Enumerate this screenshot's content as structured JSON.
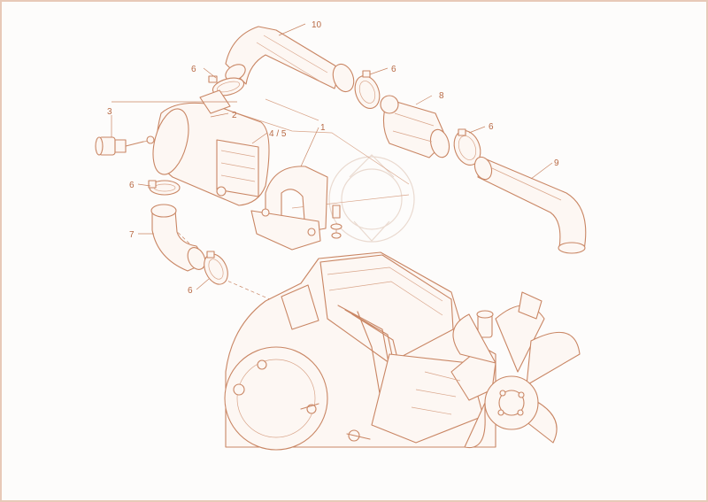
{
  "diagram": {
    "callouts": [
      {
        "id": "callout-10",
        "text": "10"
      },
      {
        "id": "callout-6a",
        "text": "6"
      },
      {
        "id": "callout-6b",
        "text": "6"
      },
      {
        "id": "callout-8",
        "text": "8"
      },
      {
        "id": "callout-6c",
        "text": "6"
      },
      {
        "id": "callout-9",
        "text": "9"
      },
      {
        "id": "callout-3",
        "text": "3"
      },
      {
        "id": "callout-2",
        "text": "2"
      },
      {
        "id": "callout-45",
        "text": "4 / 5"
      },
      {
        "id": "callout-1",
        "text": "1"
      },
      {
        "id": "callout-6d",
        "text": "6"
      },
      {
        "id": "callout-7",
        "text": "7"
      },
      {
        "id": "callout-6e",
        "text": "6"
      }
    ],
    "colors": {
      "line": "#c98664",
      "label": "#b86a45",
      "frame": "#e8c9b8"
    }
  }
}
